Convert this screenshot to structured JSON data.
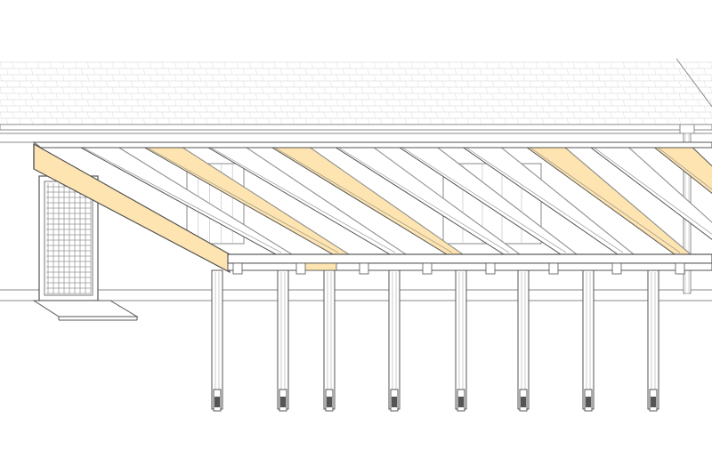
{
  "drawing": {
    "subject": "carport-pergola-attached-to-house",
    "colors": {
      "line": "#8a8a8a",
      "line_dark": "#555555",
      "timber": "#fde4b0",
      "timber_edge": "#c9a870",
      "fill": "#ffffff",
      "background": "#ffffff"
    },
    "rafter_count": 10,
    "highlighted_rafters": [
      1,
      3,
      7,
      9
    ],
    "post_count": 8,
    "components": [
      "house-roof-tiles",
      "house-wall",
      "house-gutter",
      "downpipe",
      "house-door",
      "door-step",
      "ledger-beam",
      "front-beam",
      "rafters",
      "posts",
      "post-brackets"
    ]
  }
}
